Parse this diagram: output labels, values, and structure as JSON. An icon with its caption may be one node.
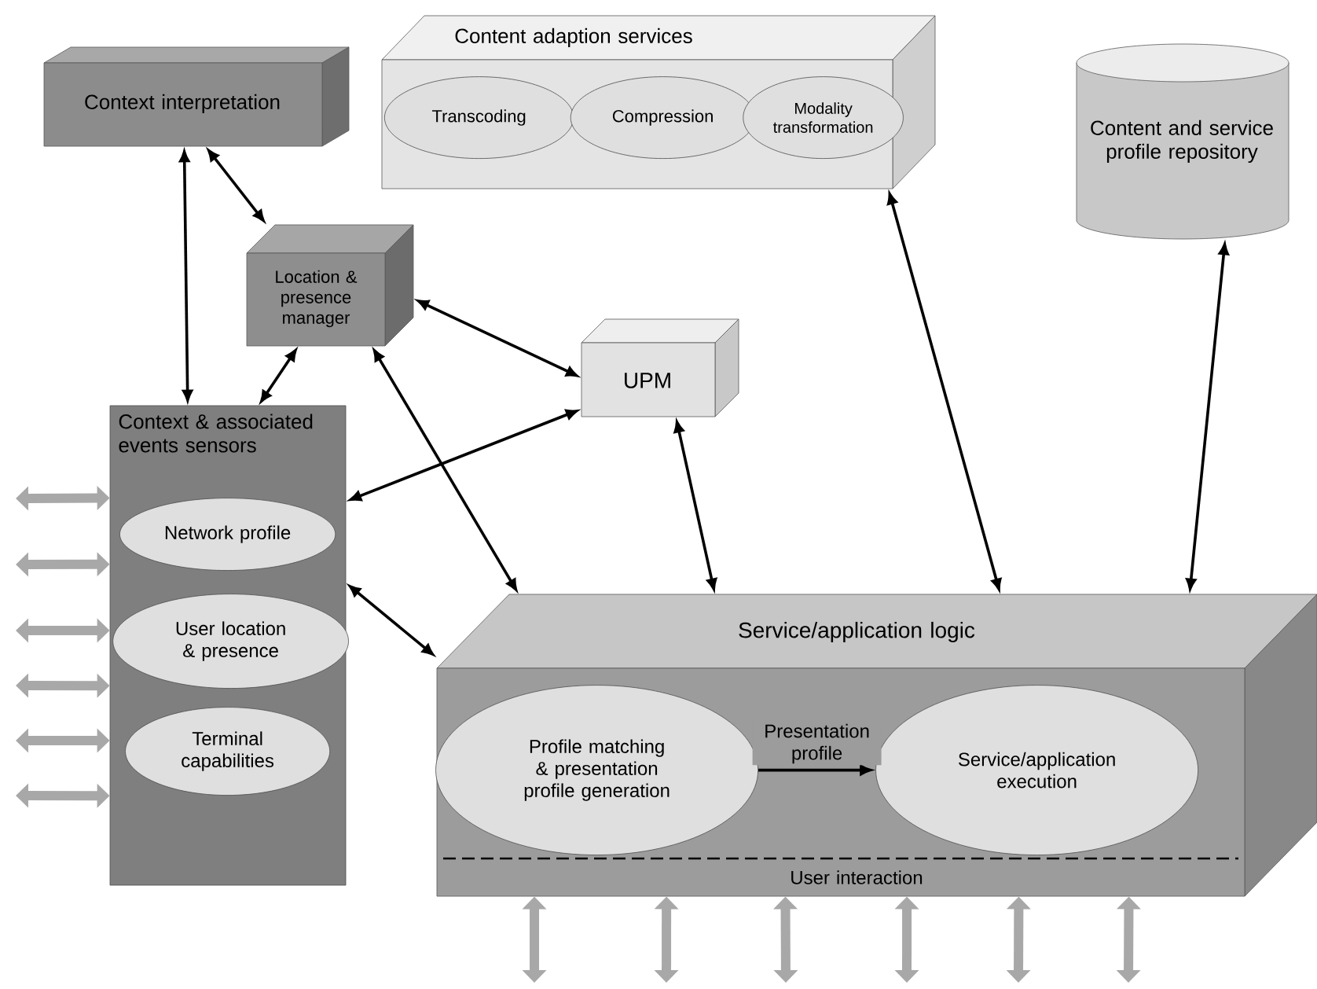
{
  "diagram": {
    "nodes": [
      {
        "text": [
          "Content adaption services"
        ]
      },
      {
        "text": [
          "Transcoding"
        ],
        "in": 0
      },
      {
        "text": [
          "Compression"
        ],
        "in": 0
      },
      {
        "text": [
          "Modality transformation"
        ],
        "in": 0
      },
      {
        "text": [
          "Context interpretation"
        ]
      },
      {
        "text": [
          "Content and service profile repository"
        ]
      },
      {
        "text": [
          "Location & presence manager"
        ]
      },
      {
        "text": [
          "UPM"
        ]
      },
      {
        "text": [
          "Context & associated events sensors"
        ]
      },
      {
        "text": [
          "Network profile"
        ],
        "in": 8
      },
      {
        "text": [
          "User location & presence"
        ],
        "in": 8
      },
      {
        "text": [
          "Terminal capabilities"
        ],
        "in": 8
      },
      {
        "text": [
          "Service/application logic",
          "User interaction"
        ]
      },
      {
        "text": [
          "Profile matching & presentation profile generation"
        ],
        "in": 12
      },
      {
        "text": [
          "Service/application execution"
        ],
        "in": 12
      }
    ],
    "edges": [
      {
        "from": 4,
        "to": 8,
        "arrow": "both",
        "color": "#000000"
      },
      {
        "from": 4,
        "to": 6,
        "arrow": "both",
        "color": "#000000"
      },
      {
        "from": 6,
        "to": 8,
        "arrow": "both",
        "color": "#000000"
      },
      {
        "from": 6,
        "to": 7,
        "arrow": "both",
        "color": "#000000"
      },
      {
        "from": 7,
        "to": 8,
        "arrow": "both",
        "color": "#000000"
      },
      {
        "from": 6,
        "to": 12,
        "arrow": "both",
        "color": "#000000"
      },
      {
        "from": 8,
        "to": 12,
        "arrow": "both",
        "color": "#000000"
      },
      {
        "from": 7,
        "to": 12,
        "arrow": "both",
        "color": "#000000"
      },
      {
        "from": 0,
        "to": 12,
        "arrow": "both",
        "color": "#000000"
      },
      {
        "from": 5,
        "to": 12,
        "arrow": "both",
        "color": "#000000"
      },
      {
        "from": 13,
        "to": 14,
        "arrow": "to",
        "label": "Presentation profile",
        "color": "#000000"
      },
      {
        "from": null,
        "to": 8,
        "arrow": "both"
      },
      {
        "from": null,
        "to": 8,
        "arrow": "both"
      },
      {
        "from": null,
        "to": 8,
        "arrow": "both"
      },
      {
        "from": null,
        "to": 8,
        "arrow": "both"
      },
      {
        "from": null,
        "to": 8,
        "arrow": "both"
      },
      {
        "from": null,
        "to": 8,
        "arrow": "both"
      },
      {
        "from": null,
        "to": 12,
        "arrow": "both"
      },
      {
        "from": null,
        "to": 12,
        "arrow": "both"
      },
      {
        "from": null,
        "to": 12,
        "arrow": "both"
      },
      {
        "from": null,
        "to": 12,
        "arrow": "both"
      },
      {
        "from": null,
        "to": 12,
        "arrow": "both"
      },
      {
        "from": null,
        "to": 12,
        "arrow": "both"
      }
    ]
  }
}
